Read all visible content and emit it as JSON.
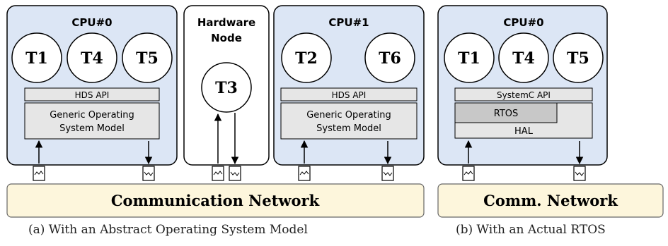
{
  "panel_a": {
    "cpu0": {
      "title": "CPU#0",
      "tasks": [
        "T1",
        "T4",
        "T5"
      ],
      "api": "HDS API",
      "os_model_line1": "Generic Operating",
      "os_model_line2": "System Model"
    },
    "hardware_node": {
      "title_line1": "Hardware",
      "title_line2": "Node",
      "task": "T3"
    },
    "cpu1": {
      "title": "CPU#1",
      "tasks": [
        "T2",
        "T6"
      ],
      "api": "HDS API",
      "os_model_line1": "Generic Operating",
      "os_model_line2": "System Model"
    },
    "network": "Communication Network",
    "caption": "(a)  With an Abstract Operating System Model"
  },
  "panel_b": {
    "cpu0": {
      "title": "CPU#0",
      "tasks": [
        "T1",
        "T4",
        "T5"
      ],
      "api": "SystemC API",
      "rtos": "RTOS",
      "hal": "HAL"
    },
    "network": "Comm. Network",
    "caption": "(b)  With an Actual RTOS"
  },
  "colors": {
    "cpu_fill": "#dce6f5",
    "node_fill": "#ffffff",
    "layer_fill": "#e6e6e6",
    "rtos_fill": "#c8c8c8",
    "network_fill": "#fdf6dc"
  }
}
